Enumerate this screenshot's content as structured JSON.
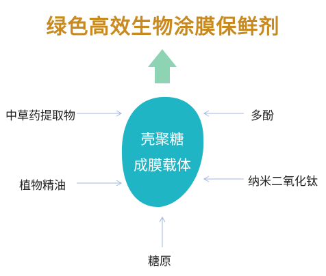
{
  "title": "绿色高效生物涂膜保鲜剂",
  "center": {
    "line1": "壳聚糖",
    "line2": "成膜载体"
  },
  "inputs": {
    "herbal": "中草药提取物",
    "plant_oil": "植物精油",
    "polyphenol": "多酚",
    "nano_tio2": "纳米二氧化钛",
    "sugar": "糖原"
  },
  "colors": {
    "title": "#C88A1E",
    "center_fill": "#1FB5C4",
    "up_arrow": "#8ED3B4",
    "connector": "#9DB7E0"
  }
}
